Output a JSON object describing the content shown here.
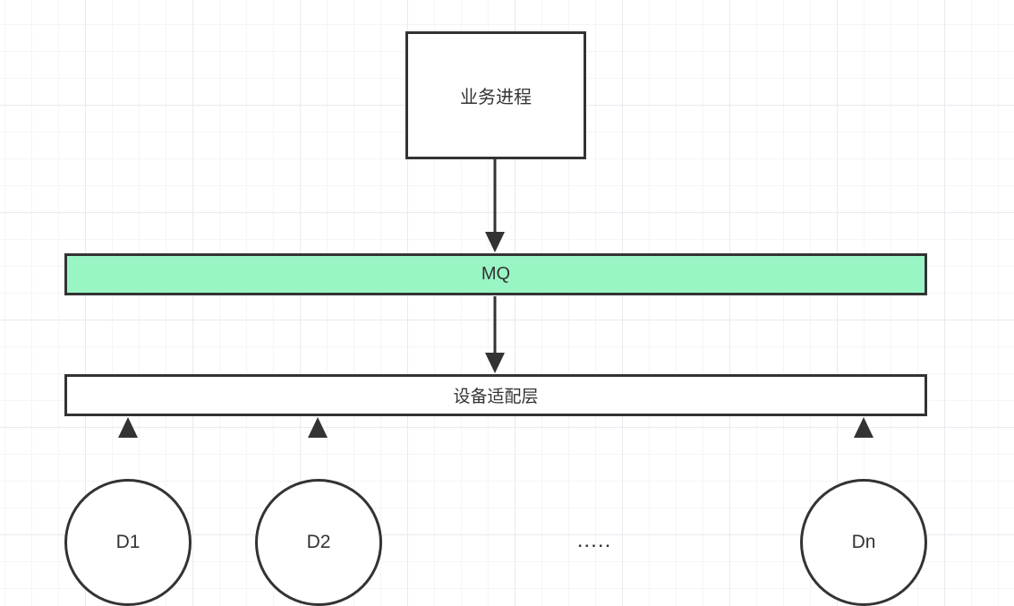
{
  "diagram": {
    "nodes": {
      "business_process": {
        "label": "业务进程",
        "shape": "rectangle",
        "fill": "#ffffff"
      },
      "mq": {
        "label": "MQ",
        "shape": "bar",
        "fill": "#9af5c5"
      },
      "adapter_layer": {
        "label": "设备适配层",
        "shape": "bar",
        "fill": "#ffffff"
      },
      "devices": [
        {
          "id": "d1",
          "label": "D1",
          "shape": "circle"
        },
        {
          "id": "d2",
          "label": "D2",
          "shape": "circle"
        },
        {
          "id": "dn",
          "label": "Dn",
          "shape": "circle"
        }
      ],
      "ellipsis": {
        "label": "....."
      }
    },
    "edges": [
      {
        "from": "business_process",
        "to": "mq",
        "direction": "down"
      },
      {
        "from": "mq",
        "to": "adapter_layer",
        "direction": "down"
      },
      {
        "from": "d1",
        "to": "adapter_layer",
        "direction": "up"
      },
      {
        "from": "d2",
        "to": "adapter_layer",
        "direction": "up"
      },
      {
        "from": "dn",
        "to": "adapter_layer",
        "direction": "up"
      }
    ],
    "colors": {
      "stroke": "#333333",
      "text": "#333333",
      "mq_fill": "#9af5c5",
      "node_fill": "#ffffff",
      "grid_minor": "#f5f5f9",
      "grid_major": "#e9e9f0"
    }
  }
}
